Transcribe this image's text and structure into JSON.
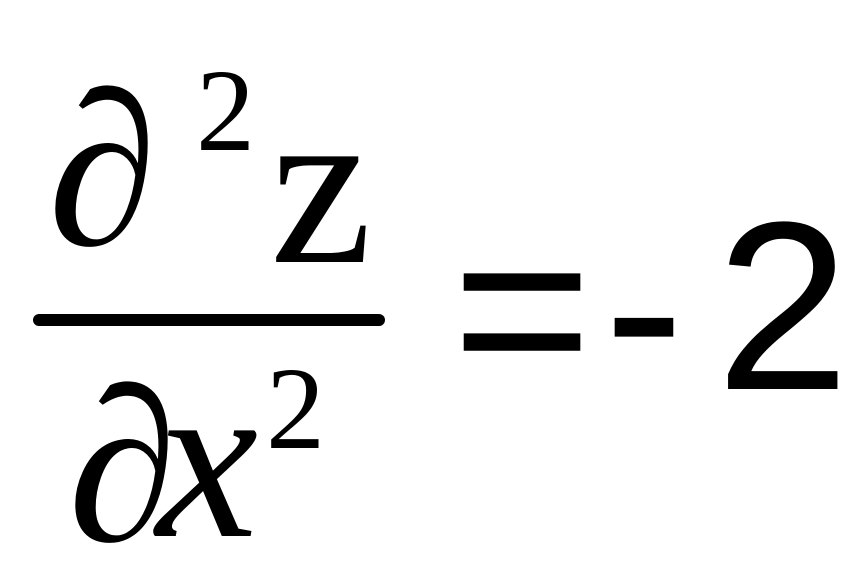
{
  "equation": {
    "numerator": {
      "partial": "∂",
      "order": "2",
      "variable": "z"
    },
    "denominator": {
      "partial": "∂",
      "variable": "x",
      "order": "2"
    },
    "equals": "=",
    "sign": "-",
    "value": "2"
  }
}
